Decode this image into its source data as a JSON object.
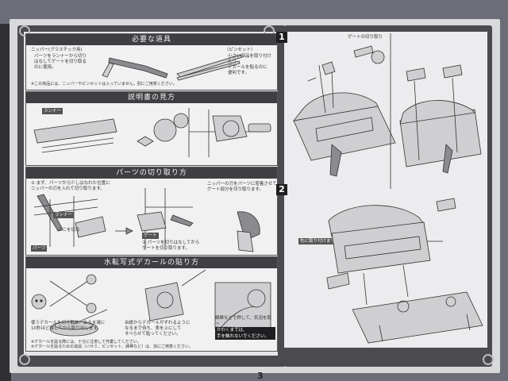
{
  "page_number": "3",
  "sections": {
    "tools": {
      "title": "必要な道具",
      "nipper": "ニッパー(プラスチック用)",
      "nipper_desc": "パーツをランナーから切り\nはなしてゲートを切り取る\nのに使用。",
      "tweezers": "〈ピンセット〉",
      "tweezers_desc": "小さい部品を取り付けたり\nデカールを貼るのに\n便利です。",
      "footnote": "※この商品には、ニッパーやピンセットは入っていません。別にご用意ください。"
    },
    "manual": {
      "title": "説明書の見方",
      "runner_tag": "ランナー"
    },
    "cutting": {
      "title": "パーツの切り取り方",
      "step1": "① まず、パーツから少しはなれた位置に\nニッパーの刃を入れて切り取ります。",
      "step2": "② パーツを切りはなしてから\nゲートを切り取ります。",
      "step3": "ニッパーの刃をパーツに密着させて\nゲート部分を切り取ります。",
      "runner_tag": "ランナー",
      "gate_tag": "ゲート",
      "part_tag": "パーツ",
      "cut_here": "ここを切る"
    },
    "decal": {
      "title": "水転写式デカールの貼り方",
      "d1": "使うデカールを切り取り、ぬるま湯に\n10秒ほど浸してから取り出します。",
      "d2": "台紙からデカールがずれるように\nなるまで待ち、表を上にして\nすべらせて貼ってください。",
      "d3": "綿棒などで押して、気泡を取っ\nてください。",
      "d3_highlight": "かわくまでは、\n手を触れないでください。",
      "foot1": "※デカールを貼る際には、十分に注意して作業してください。",
      "foot2": "※デカールを貼るための道具（ハサミ、ピンセット、綿棒など）は、別にご用意ください。"
    }
  },
  "steps": [
    {
      "number": "1",
      "callout": "ゲートの切り取り"
    },
    {
      "number": "2",
      "callout": "先に取り付けます"
    }
  ]
}
